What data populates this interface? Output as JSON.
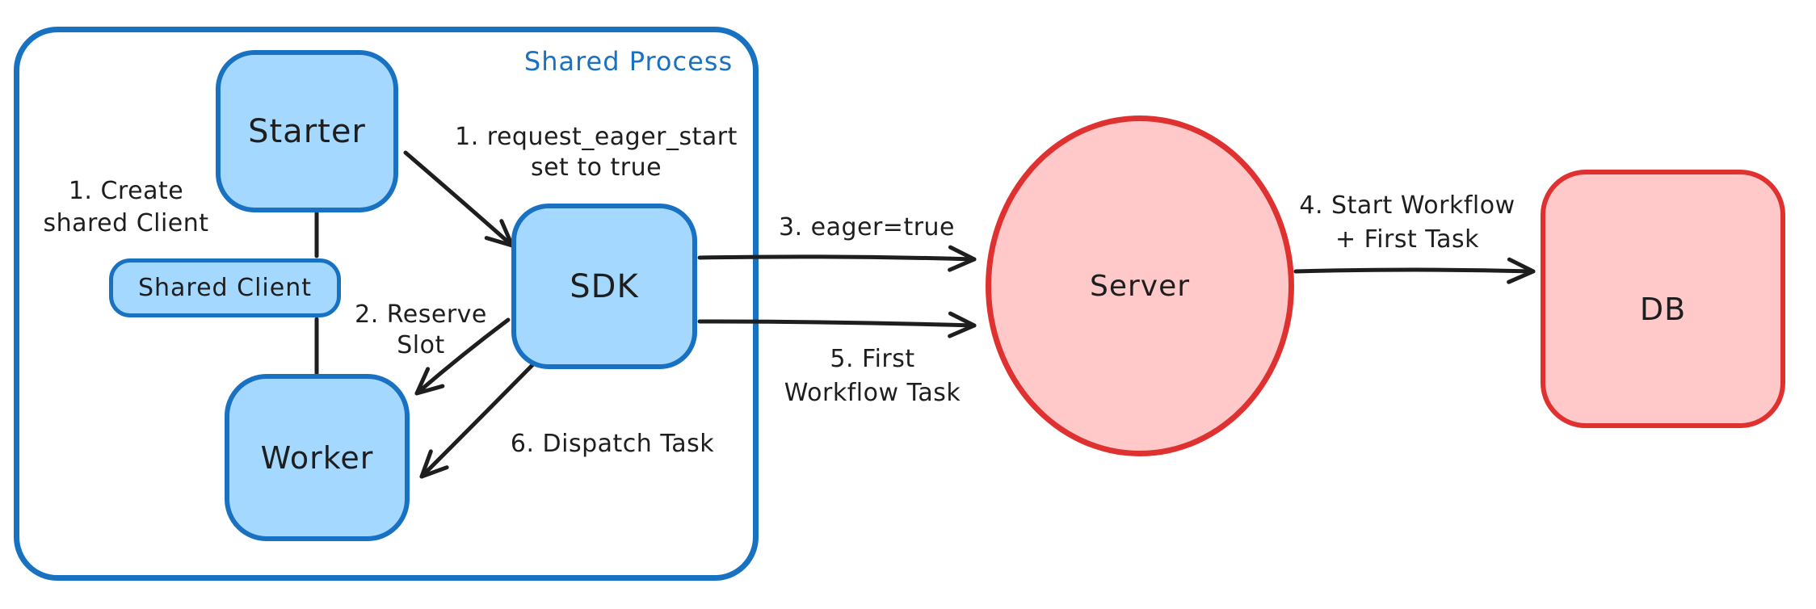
{
  "diagram": {
    "container": {
      "label": "Shared Process"
    },
    "nodes": {
      "starter": {
        "label": "Starter"
      },
      "shared_client": {
        "label": "Shared Client"
      },
      "worker": {
        "label": "Worker"
      },
      "sdk": {
        "label": "SDK"
      },
      "server": {
        "label": "Server"
      },
      "db": {
        "label": "DB"
      }
    },
    "annotations": {
      "create_shared_client": {
        "line1": "1. Create",
        "line2": "shared Client"
      },
      "request_eager_start": {
        "line1": "1. request_eager_start",
        "line2": "set to true"
      },
      "reserve_slot": {
        "line1": "2. Reserve",
        "line2": "Slot"
      },
      "eager_true": {
        "text": "3. eager=true"
      },
      "start_workflow": {
        "line1": "4. Start Workflow",
        "line2": "+ First Task"
      },
      "first_workflow_task": {
        "line1": "5. First",
        "line2": "Workflow Task"
      },
      "dispatch_task": {
        "text": "6. Dispatch Task"
      }
    },
    "colors": {
      "blue_fill": "#a5d8ff",
      "blue_stroke": "#1971c2",
      "red_fill": "#ffc9c9",
      "red_stroke": "#e03131",
      "ink": "#1e1e1e",
      "background": "#ffffff"
    }
  }
}
